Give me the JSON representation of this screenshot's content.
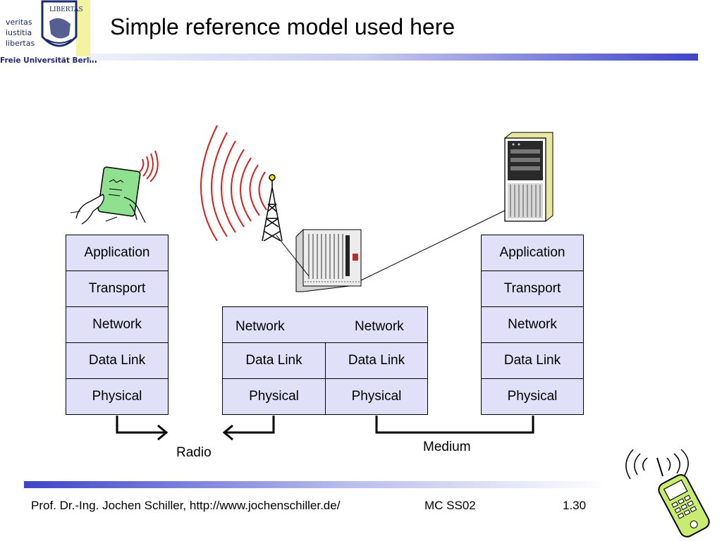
{
  "header": {
    "title": "Simple reference model used here",
    "logo_lines": [
      "veritas",
      "iustitia",
      "libertas"
    ],
    "logo_university": "Freie Universität Berlin"
  },
  "left_stack": [
    "Application",
    "Transport",
    "Network",
    "Data Link",
    "Physical"
  ],
  "router_stack": {
    "network_left": "Network",
    "network_right": "Network",
    "datalink_left": "Data Link",
    "datalink_right": "Data Link",
    "physical_left": "Physical",
    "physical_right": "Physical"
  },
  "right_stack": [
    "Application",
    "Transport",
    "Network",
    "Data Link",
    "Physical"
  ],
  "links": {
    "radio": "Radio",
    "medium": "Medium"
  },
  "footer": {
    "author": "Prof. Dr.-Ing. Jochen Schiller, http://www.jochenschiller.de/",
    "course": "MC SS02",
    "page": "1.30"
  },
  "colors": {
    "layer_fill": "#e0e0f8",
    "accent": "#3f44c8",
    "radio_waves": "#d42020"
  }
}
